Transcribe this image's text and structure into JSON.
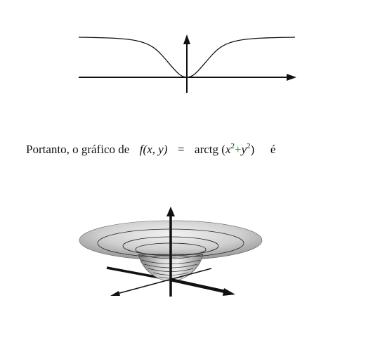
{
  "sentence": {
    "prefix": "Portanto, o gráfico de",
    "func": "f",
    "args": "(x, y)",
    "equals": "=",
    "fname": "arctg",
    "open": "(",
    "x": "x",
    "exp_x": "2",
    "plus": "+",
    "y": "y",
    "exp_y": "2",
    "close": ")",
    "suffix": "é"
  },
  "colors": {
    "plus_sign": "#2a7a2a",
    "curve": "#111111",
    "surface_dark": "#6f6f6f",
    "surface_light": "#e6e6e6"
  },
  "graph_2d": {
    "kind": "curve-profile",
    "description_icon": "arctan-profile-curve"
  },
  "graph_3d": {
    "kind": "surface-plot",
    "contour_count": 8
  }
}
